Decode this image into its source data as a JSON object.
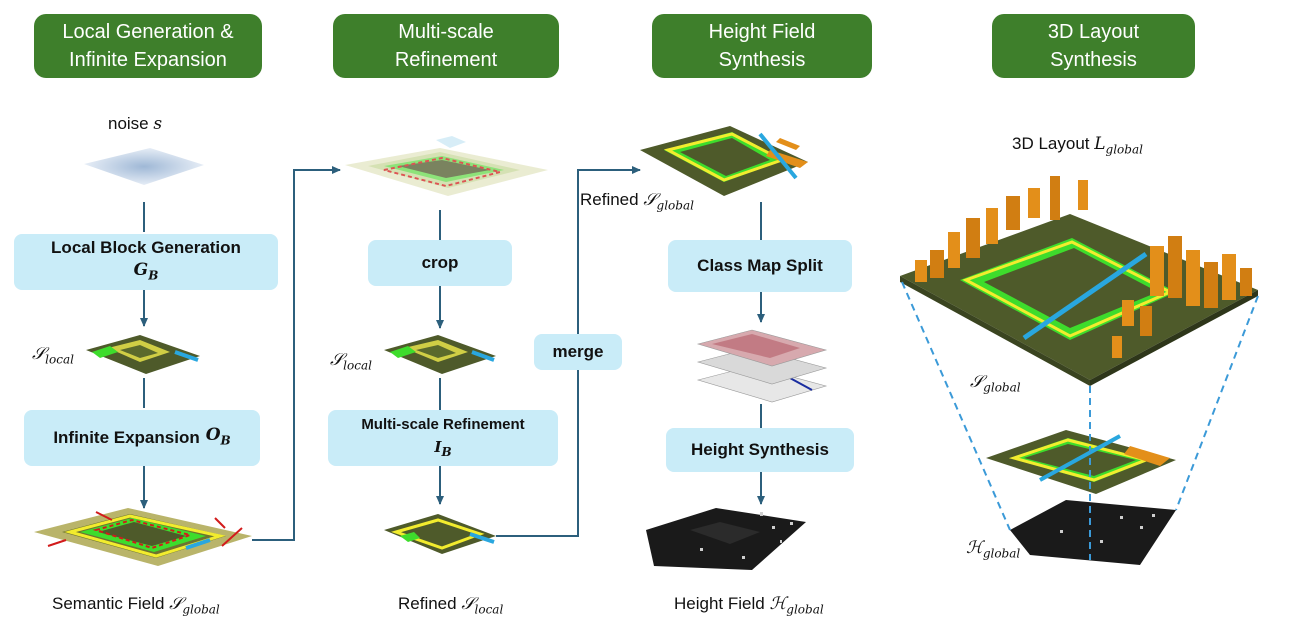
{
  "headers": {
    "stage1_line1": "Local Generation &",
    "stage1_line2": "Infinite Expansion",
    "stage2_line1": "Multi-scale",
    "stage2_line2": "Refinement",
    "stage3_line1": "Height Field",
    "stage3_line2": "Synthesis",
    "stage4_line1": "3D Layout",
    "stage4_line2": "Synthesis"
  },
  "col1": {
    "noise_label": "noise",
    "noise_symbol": "s",
    "block_gen_label": "Local Block Generation",
    "block_gen_symbol": "G",
    "block_gen_sub": "B",
    "local_symbol": "𝒮",
    "local_sub": "local",
    "expansion_label": "Infinite Expansion",
    "expansion_symbol": "O",
    "expansion_sub": "B",
    "semantic_label": "Semantic Field",
    "semantic_symbol": "𝒮",
    "semantic_sub": "global"
  },
  "col2": {
    "crop_label": "crop",
    "local_symbol": "𝒮",
    "local_sub": "local",
    "refine_label": "Multi-scale Refinement",
    "refine_symbol": "I",
    "refine_sub": "B",
    "refined_label": "Refined",
    "refined_symbol": "𝒮",
    "refined_sub": "local",
    "merge_label": "merge"
  },
  "col3": {
    "refined_label": "Refined",
    "refined_symbol": "𝒮",
    "refined_sub": "global",
    "split_label": "Class Map Split",
    "height_label": "Height Synthesis",
    "height_field_label": "Height Field",
    "height_field_symbol": "ℋ",
    "height_field_sub": "global"
  },
  "col4": {
    "layout_label": "3D Layout",
    "layout_symbol": "L",
    "layout_sub": "global",
    "sglobal_symbol": "𝒮",
    "sglobal_sub": "global",
    "hglobal_symbol": "ℋ",
    "hglobal_sub": "global"
  },
  "colors": {
    "header_green": "#3e7f2b",
    "process_blue": "#c9ecf8",
    "arrow": "#2c5f7c",
    "map_dark": "#4e5a2a",
    "map_green": "#3edc2c",
    "map_yellow": "#f2ec2e",
    "building_orange": "#e38f1a",
    "dashed_line": "#3b9ad8"
  }
}
